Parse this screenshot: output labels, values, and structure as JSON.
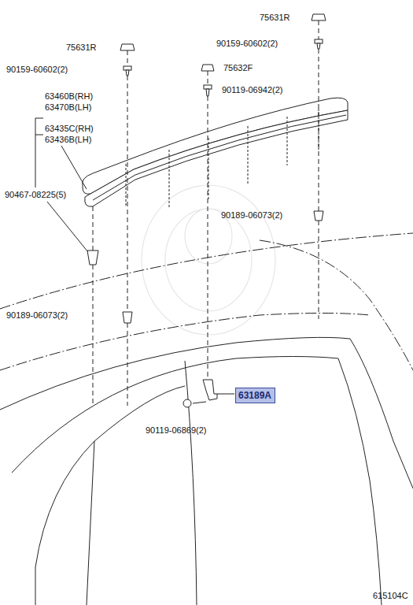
{
  "diagram": {
    "nodes": [
      {
        "text": [
          "63189A"
        ]
      }
    ],
    "labels": [
      "75631R",
      "90159-60602(2)",
      "75631R",
      "90159-60602(2)",
      "75632F",
      "90119-06942(2)",
      "63460B(RH)",
      "63470B(LH)",
      "63435C(RH)",
      "63436B(LH)",
      "90467-08225(5)",
      "90189-06073(2)",
      "90189-06073(2)",
      "90119-06869(2)",
      "615104C"
    ]
  }
}
